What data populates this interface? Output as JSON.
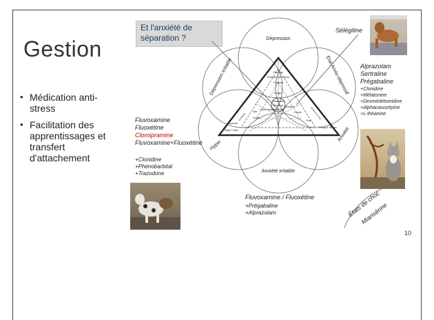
{
  "slide": {
    "title": "Gestion",
    "bullets": [
      "Médication anti-stress",
      "Facilitation des apprentissages et transfert d'attachement"
    ],
    "question_box": "Et l'anxiété de séparation ?",
    "page_number": "10"
  },
  "diagram": {
    "circles": {
      "top": "Dépression",
      "upper_left": "Dépression irritable",
      "upper_right": "État Anxio-dépressif",
      "lower_left": "Hyper",
      "lower_right": "Anxiété",
      "bottom": "Anxiété irritable"
    },
    "inner_labels": {
      "apex_1": "Détresse",
      "apex_2": "Inhibition de l'action",
      "apex_3": "Tristesse",
      "apex_4": "Chagrin",
      "center_1": "Désespoir",
      "center_2": "Émotions",
      "center_3": "Sensoriels",
      "left_1": "Joie",
      "left_2": "Colère",
      "left_3": "Euphorie",
      "left_4": "Rage Fureur",
      "left_5": "Désirs Irritation",
      "left_6": "Excitation",
      "right_1": "Crainte",
      "right_2": "Peur",
      "right_3": "Panique Terreur",
      "right_4": "Évitement Fuite",
      "right_5": "Frustration"
    }
  },
  "medications": {
    "selegiline": "Sélégiline",
    "anxio_group": [
      "Alprazolam",
      "Sertraline",
      "Prégabaline"
    ],
    "anxio_additions": [
      "+Clonidine",
      "+Mélatonine",
      "+Dexmédétomidine",
      "+Alphacasozépine",
      "+L-théanine"
    ],
    "hyper_group": [
      "Fluvoxamine",
      "Fluoxétine",
      "Clomipramine",
      "Fluvoxamine+Fluoxétine"
    ],
    "hyper_additions": [
      "+Clonidine",
      "+Phénobarbital",
      "+Trazodone"
    ],
    "anxiete_irritable": [
      "Fluvoxamine / Fluoxétine",
      "+Prégabaline",
      "+Alprazolam"
    ],
    "choc_title": "États de choc",
    "choc_drug": "Miansérine"
  },
  "colors": {
    "highlight_red": "#c00000",
    "question_text": "#1f3864",
    "question_bg": "#d9d9d9"
  }
}
